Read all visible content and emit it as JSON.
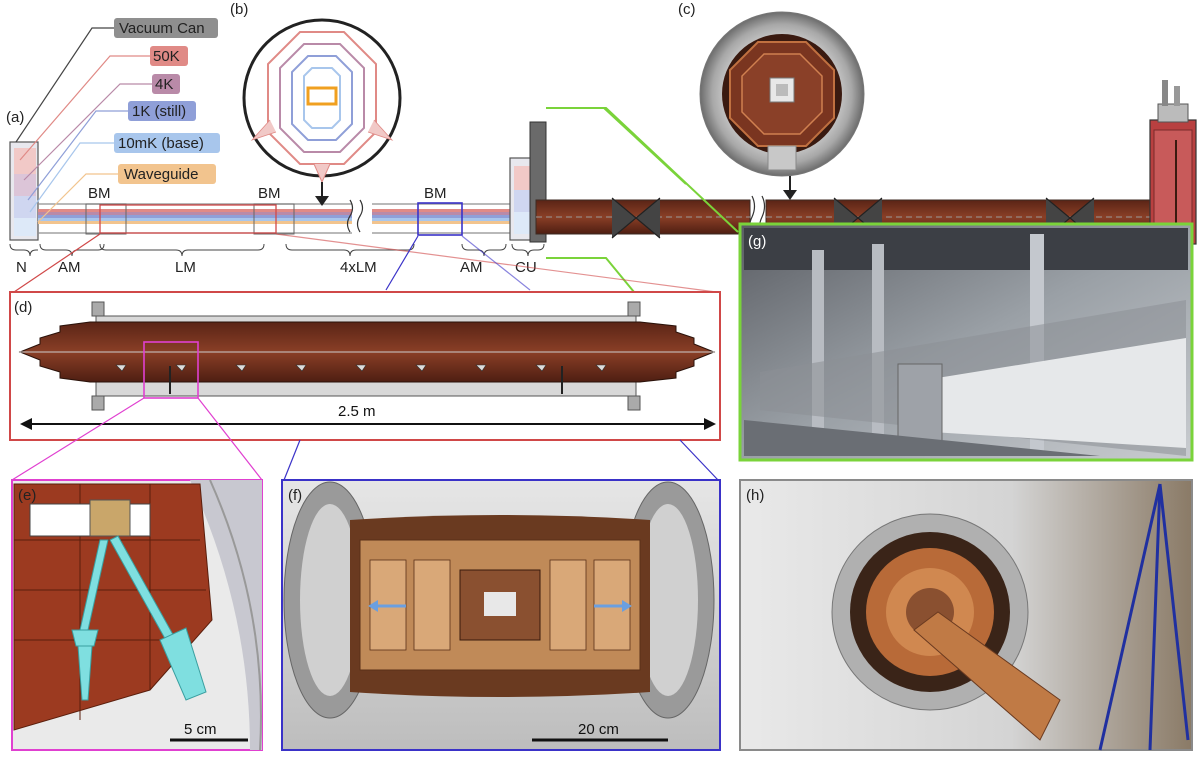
{
  "panels": {
    "a": "(a)",
    "b": "(b)",
    "c": "(c)",
    "d": "(d)",
    "e": "(e)",
    "f": "(f)",
    "g": "(g)",
    "h": "(h)"
  },
  "legend": {
    "vacuum": "Vacuum Can",
    "k50": "50K",
    "k4": "4K",
    "k1": "1K (still)",
    "mk10": "10mK (base)",
    "waveguide": "Waveguide"
  },
  "segments": {
    "bm1": "BM",
    "bm2": "BM",
    "bm3": "BM",
    "n": "N",
    "am1": "AM",
    "lm": "LM",
    "lm4x": "4xLM",
    "am2": "AM",
    "cu": "CU"
  },
  "scales": {
    "length": "2.5 m",
    "e": "5 cm",
    "f": "20 cm"
  },
  "colors": {
    "vacuum": "#8f8f8f",
    "k50": "#e08a86",
    "k4": "#b98aa8",
    "k1": "#8f9fd8",
    "mk10": "#a8c6ec",
    "waveguide": "#f2c48e",
    "frame_d": "#d04848",
    "frame_e": "#e040d0",
    "frame_f": "#3a32c8",
    "frame_g": "#7ad33a",
    "copper": "#7a3520"
  }
}
